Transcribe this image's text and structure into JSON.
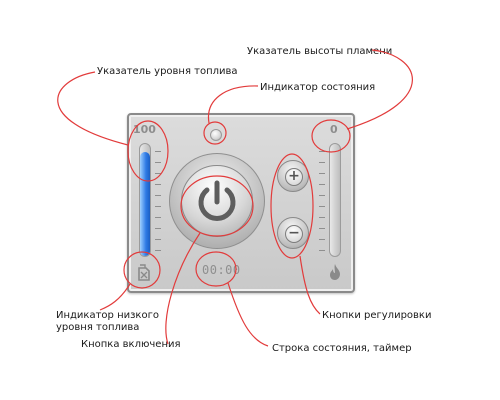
{
  "labels": {
    "flame_height": "Указатель высоты пламени",
    "fuel_level": "Указатель уровня топлива",
    "status_indicator": "Индикатор состояния",
    "low_fuel": "Индикатор низкого\nуровня топлива",
    "adjust_buttons": "Кнопки регулировки",
    "power_button": "Кнопка включения",
    "status_line": "Строка состояния, таймер"
  },
  "device": {
    "fuel_max": "100",
    "flame_value": "0",
    "timer": "00:00",
    "fuel_level_fraction": 0.93,
    "flame_level_fraction": 0.0,
    "plus_symbol": "+",
    "minus_symbol": "−"
  },
  "colors": {
    "annotation_line": "#e23b3b",
    "fuel_fill": "#2f7ae5",
    "panel": "#d2d2d2"
  }
}
